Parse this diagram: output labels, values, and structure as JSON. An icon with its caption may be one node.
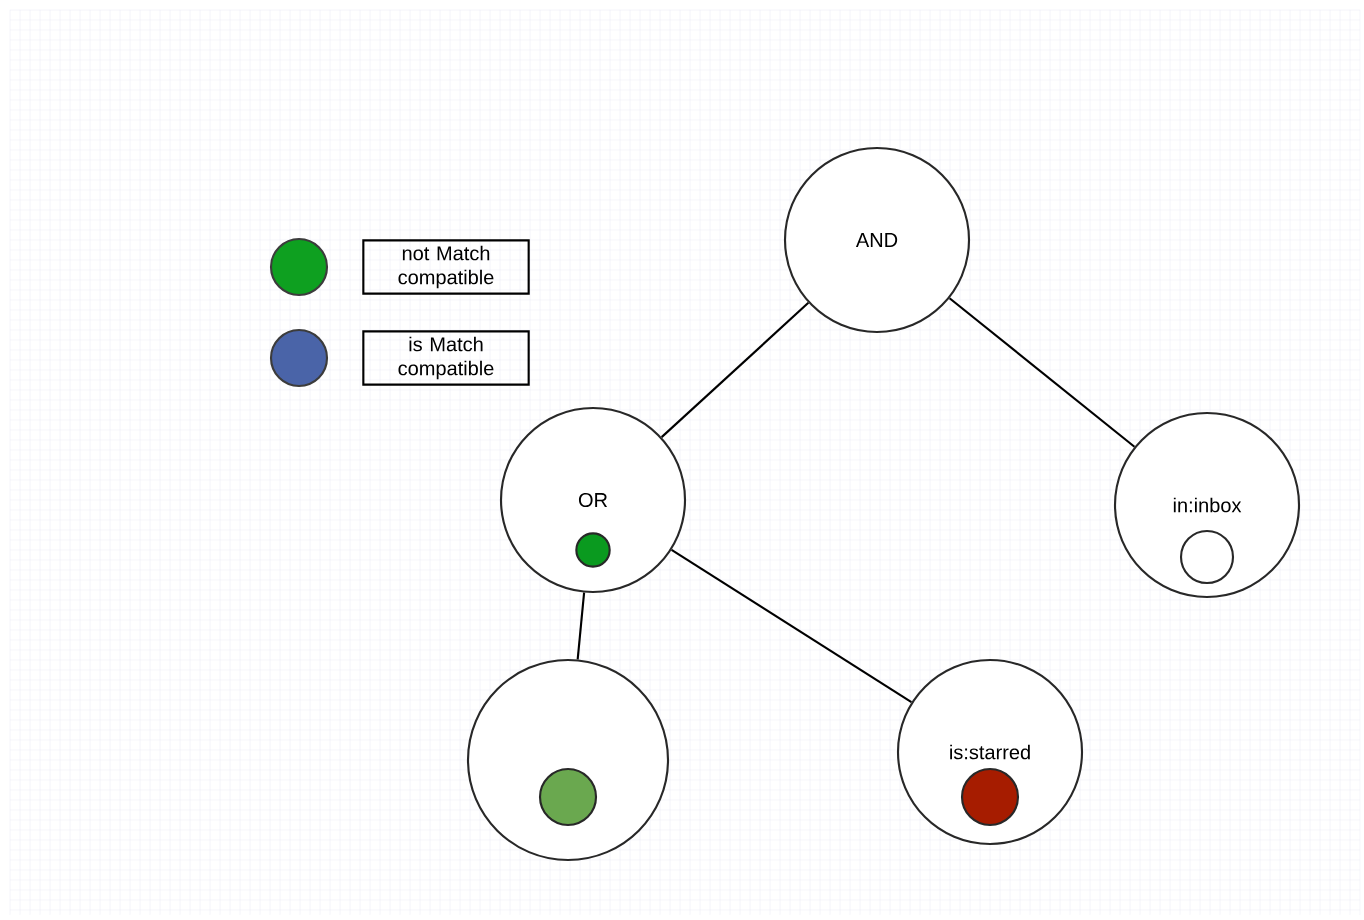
{
  "diagram": {
    "nodes": [
      {
        "text": [
          "AND"
        ]
      },
      {
        "text": [
          "OR"
        ]
      },
      {
        "text": [],
        "shape": "circle",
        "in": 1
      },
      {
        "text": [
          "in:inbox"
        ]
      },
      {
        "text": [],
        "shape": "circle",
        "in": 3
      },
      {
        "text": [],
        "shape": "circle"
      },
      {
        "text": [],
        "shape": "circle",
        "in": 5
      },
      {
        "text": [
          "is:starred"
        ]
      },
      {
        "text": [],
        "shape": "circle",
        "in": 7
      }
    ],
    "edges": [
      {
        "from": 0,
        "to": 1,
        "arrow": "none"
      },
      {
        "from": 0,
        "to": 3,
        "arrow": "none"
      },
      {
        "from": 1,
        "to": 5,
        "arrow": "none"
      },
      {
        "from": 1,
        "to": 7,
        "arrow": "none"
      }
    ],
    "legend": [
      {
        "text": "not Match compatible",
        "color": "#0ea020"
      },
      {
        "text": "is Match compatible",
        "color": "#4a64a8"
      }
    ]
  }
}
